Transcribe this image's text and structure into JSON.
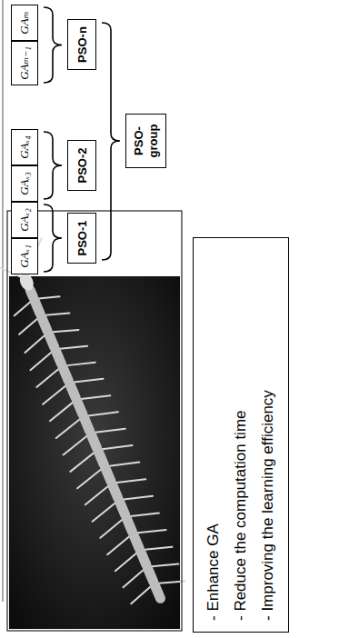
{
  "diagram": {
    "nodes": [
      {
        "text": [
          "GAₓ₁"
        ]
      },
      {
        "text": [
          "GAₓ₂"
        ]
      },
      {
        "text": [
          "GAₓ₃"
        ]
      },
      {
        "text": [
          "GAₓ₄"
        ]
      },
      {
        "text": [
          "GAₘ₋₁"
        ]
      },
      {
        "text": [
          "GAₘ"
        ]
      },
      {
        "text": [
          "PSO-1"
        ]
      },
      {
        "text": [
          "PSO-2"
        ]
      },
      {
        "text": [
          "PSO-n"
        ]
      },
      {
        "text": [
          "PSO-group"
        ]
      },
      {
        "text": [
          "- Enhance GA",
          "- Reduce the computation time",
          "- Improving the learning efficiency"
        ]
      }
    ]
  }
}
